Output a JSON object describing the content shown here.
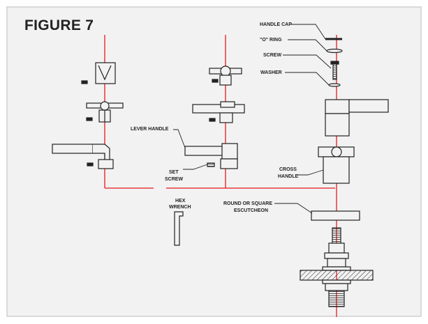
{
  "figure": {
    "title": "FIGURE 7"
  },
  "labels": {
    "handle_cap": "HANDLE CAP",
    "o_ring": "\"O\" RING",
    "screw": "SCREW",
    "washer": "WASHER",
    "lever_handle": "LEVER HANDLE",
    "set_screw": [
      "SET",
      "SCREW"
    ],
    "cross_handle": [
      "CROSS",
      "HANDLE"
    ],
    "hex_wrench": [
      "HEX",
      "WRENCH"
    ],
    "escutcheon": [
      "ROUND OR SQUARE",
      "ESCUTCHEON"
    ]
  },
  "colors": {
    "frame_border": "#cfcfcf",
    "background": "#f2f2f2",
    "line": "#222222",
    "centerline": "#e8191b"
  }
}
